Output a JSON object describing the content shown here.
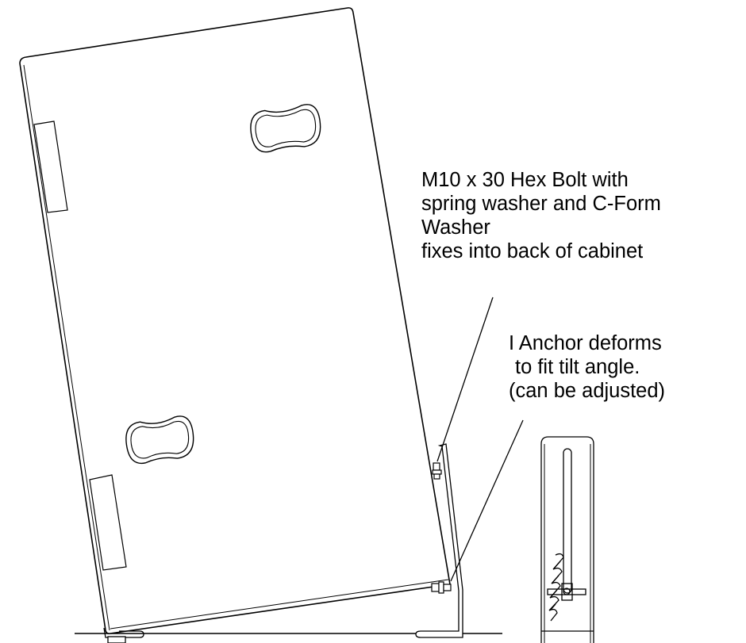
{
  "annotations": {
    "bolt": {
      "lines": [
        "M10 x 30 Hex Bolt with",
        "spring washer and  C-Form",
        "Washer",
        "fixes into back of cabinet"
      ]
    },
    "anchor": {
      "lines": [
        "I Anchor deforms",
        "to fit tilt angle.",
        "(can be adjusted)"
      ]
    }
  },
  "colors": {
    "line": "#000000",
    "background": "#ffffff"
  }
}
